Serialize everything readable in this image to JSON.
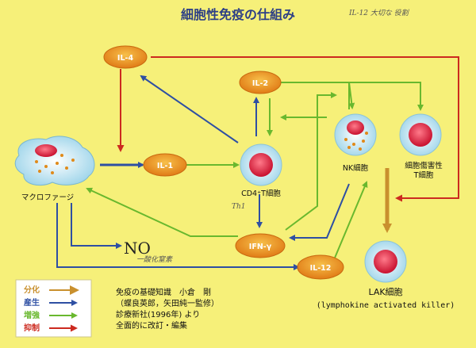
{
  "diagram": {
    "title": "細胞性免疫の仕組み",
    "nodes": {
      "il4": "IL-4",
      "il2": "IL-2",
      "il1": "IL-1",
      "ifn": "IFN-γ",
      "il12": "IL-12",
      "no": "NO",
      "cd4": "CD4⁺T細胞",
      "nk": "NK細胞",
      "ctl_line1": "細胞傷害性",
      "ctl_line2": "T細胞",
      "macrophage": "マクロファージ",
      "lak": "LAK細胞",
      "lak_full": "(lymphokine activated killer)"
    },
    "handwritten": {
      "top": "IL-12 大切な 役割",
      "th1": "Th1",
      "no_note": "一酸化窒素"
    },
    "legend": [
      {
        "label": "分化",
        "color": "#c9902e"
      },
      {
        "label": "産生",
        "color": "#2e4fa3"
      },
      {
        "label": "増強",
        "color": "#69b82e"
      },
      {
        "label": "抑制",
        "color": "#cc2a1f"
      }
    ],
    "reference": {
      "line1": "免疫の基礎知識　小倉　剛",
      "line2": "（蝶良英郎，矢田純一監修）",
      "line3": "診療新社(1996年) より",
      "line4": "全面的に改訂・編集"
    }
  }
}
